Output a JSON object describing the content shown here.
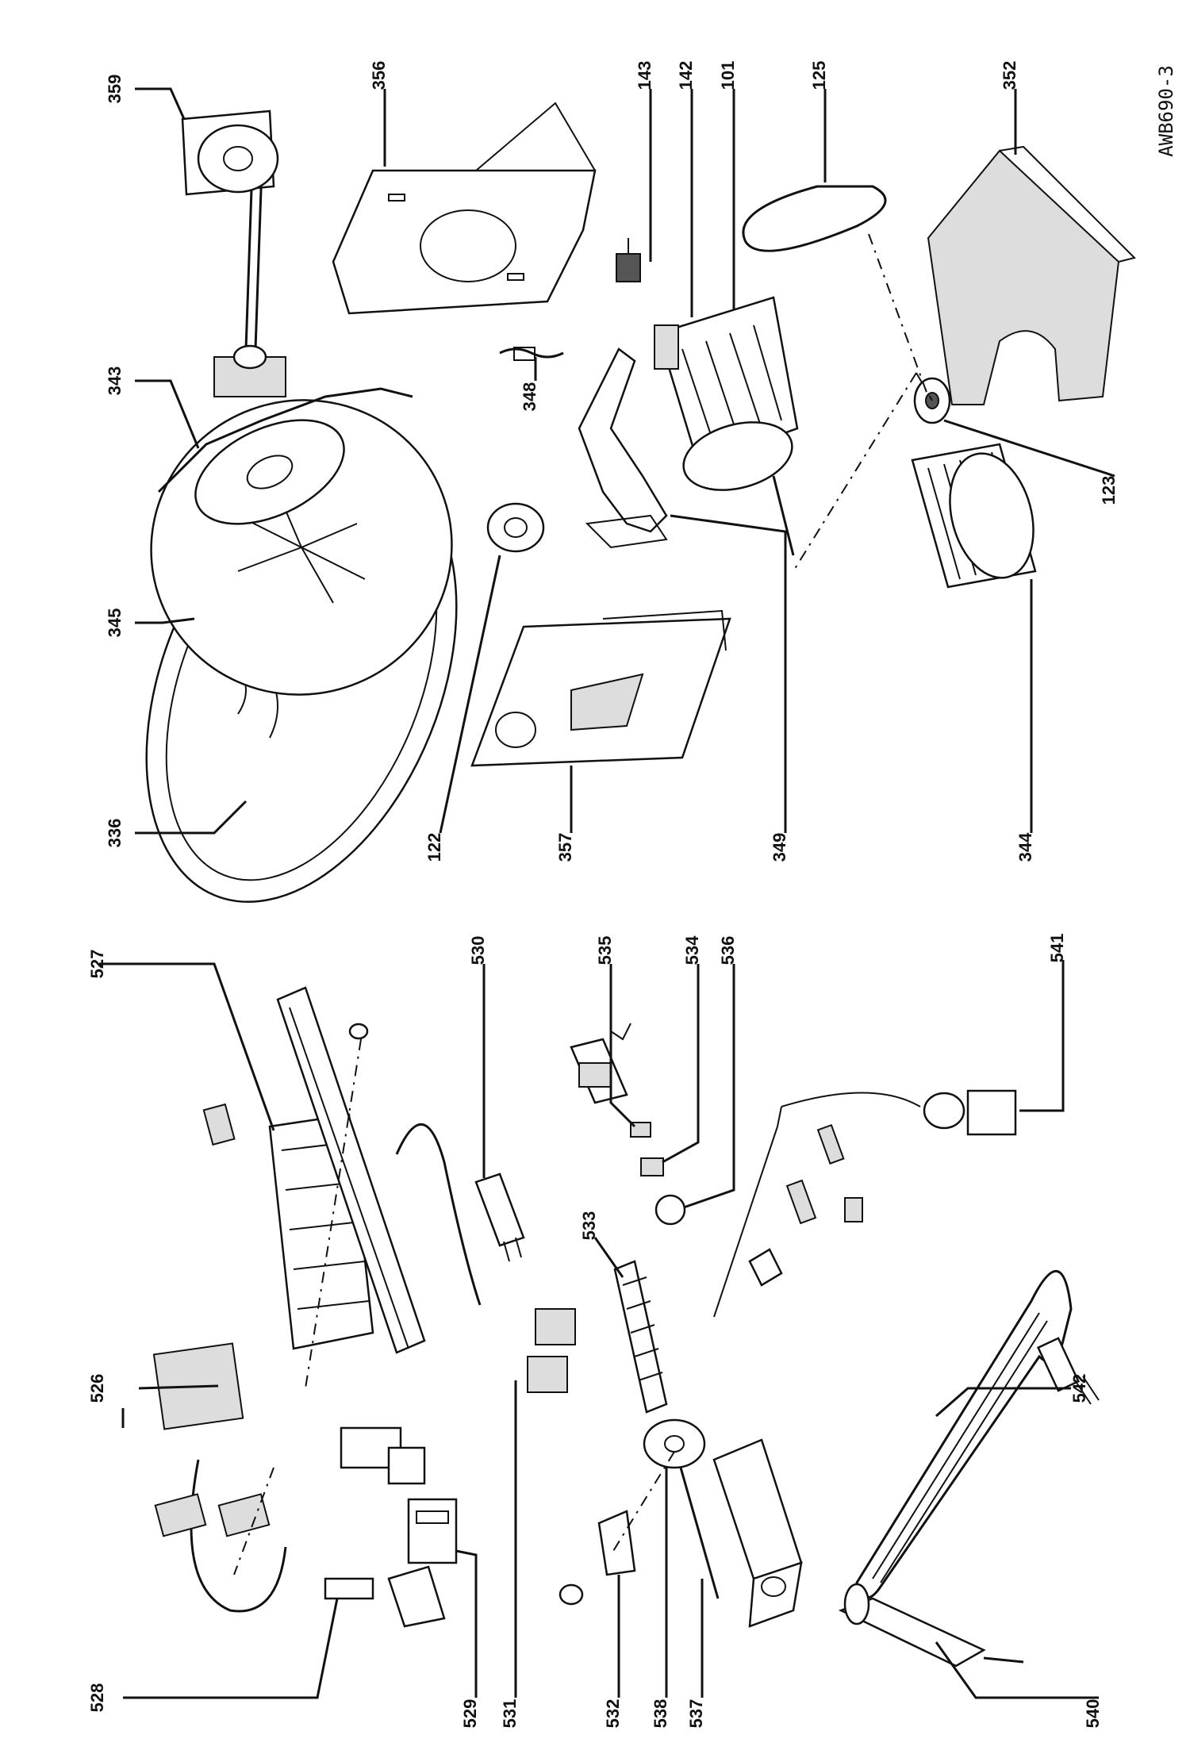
{
  "diagram": {
    "reference": "AWB690-3",
    "callouts": {
      "p359": "359",
      "p356": "356",
      "p143": "143",
      "p142": "142",
      "p101": "101",
      "p125": "125",
      "p352": "352",
      "p343": "343",
      "p348": "348",
      "p345": "345",
      "p123": "123",
      "p336": "336",
      "p122": "122",
      "p357": "357",
      "p349": "349",
      "p344": "344",
      "p527": "527",
      "p530": "530",
      "p535": "535",
      "p534": "534",
      "p536": "536",
      "p526": "526",
      "p533": "533",
      "p541": "541",
      "p528": "528",
      "p529": "529",
      "p531": "531",
      "p532": "532",
      "p538": "538",
      "p537": "537",
      "p542": "542",
      "p540": "540"
    }
  }
}
